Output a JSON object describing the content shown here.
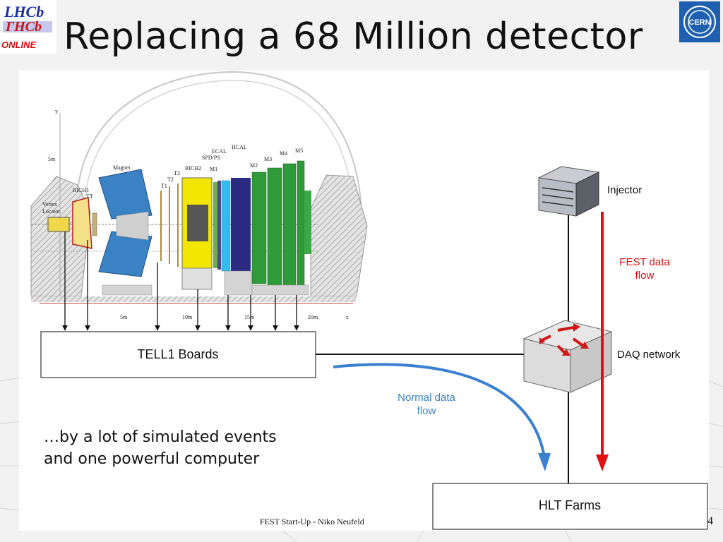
{
  "slide": {
    "title": "Replacing a 68 Million detector",
    "caption_line1": "…by a lot of simulated events",
    "caption_line2": "and one powerful computer",
    "footer": "FEST Start-Up - Niko Neufeld",
    "page_number": "4"
  },
  "logos": {
    "lhcb_top": "LHCb",
    "lhcb_bottom": "ΓHCb",
    "online": "ONLINE",
    "cern": "CERN"
  },
  "diagram": {
    "tell1": "TELL1 Boards",
    "hlt": "HLT Farms",
    "injector": "Injector",
    "daq": "DAQ network",
    "fest_flow_line1": "FEST data",
    "fest_flow_line2": "flow",
    "normal_flow_line1": "Normal data",
    "normal_flow_line2": "flow"
  },
  "detector_labels": {
    "y_axis": "y",
    "z_axis": "z",
    "scale_5m_vert": "5m",
    "scale_5m": "5m",
    "scale_10m": "10m",
    "scale_15m": "15m",
    "scale_20m": "20m",
    "vertex": "Vertex",
    "locator": "Locator",
    "rich1": "RICH1",
    "tt": "TT",
    "magnet": "Magnet",
    "t1": "T1",
    "t2": "T2",
    "t3": "T3",
    "rich2": "RICH2",
    "m1": "M1",
    "spd_ps": "SPD/PS",
    "ecal": "ECAL",
    "hcal": "HCAL",
    "m2": "M2",
    "m3": "M3",
    "m4": "M4",
    "m5": "M5"
  },
  "colors": {
    "fest_red": "#e01010",
    "normal_blue": "#3a7fd0",
    "ecal_cyan": "#33bbee",
    "hcal_navy": "#2a2a80",
    "muon_green": "#2f9a3a",
    "magnet_blue": "#3b82c4",
    "rich2_yellow": "#f2e600"
  },
  "icons": [
    "lhcb-logo",
    "cern-logo",
    "server-icon",
    "network-switch-icon"
  ]
}
